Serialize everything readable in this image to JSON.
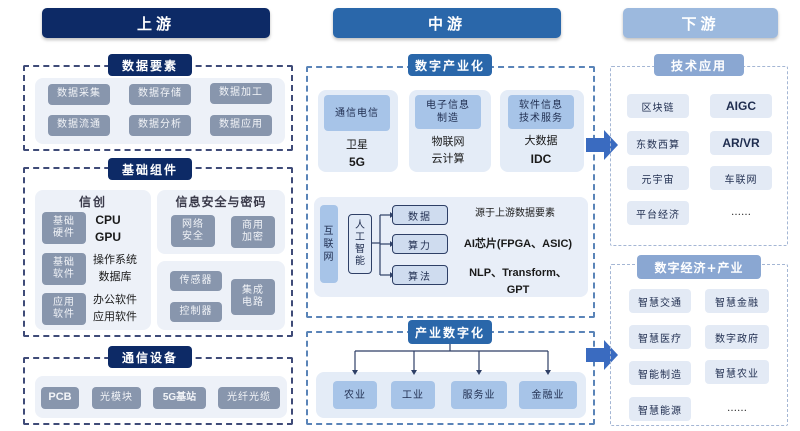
{
  "columns": {
    "upstream": "上游",
    "midstream": "中游",
    "downstream": "下游"
  },
  "upstream": {
    "data_elements": {
      "title": "数据要素",
      "items": [
        "数据采集",
        "数据存储",
        "数据加工",
        "数据流通",
        "数据分析",
        "数据应用"
      ]
    },
    "base_components": {
      "title": "基础组件",
      "xinchuang": {
        "title": "信创",
        "rows": [
          {
            "label": "基础\n硬件",
            "text": [
              "CPU",
              "GPU"
            ]
          },
          {
            "label": "基础\n软件",
            "text": [
              "操作系统",
              "数据库"
            ]
          },
          {
            "label": "应用\n软件",
            "text": [
              "办公软件",
              "应用软件"
            ]
          }
        ]
      },
      "security": {
        "title": "信息安全与密码",
        "items": [
          "网络\n安全",
          "商用\n加密"
        ]
      },
      "hardware": {
        "items": [
          "传感器",
          "控制器",
          "集成\n电路"
        ]
      }
    },
    "comm_equipment": {
      "title": "通信设备",
      "items": [
        "PCB",
        "光模块",
        "5G基站",
        "光纤光缆"
      ]
    }
  },
  "midstream": {
    "digital_industrialization": {
      "title": "数字产业化",
      "cards": [
        {
          "label": "通信电信",
          "text": [
            "卫星",
            "5G"
          ]
        },
        {
          "label": "电子信息\n制造",
          "text": [
            "物联网",
            "云计算"
          ]
        },
        {
          "label": "软件信息\n技术服务",
          "text": [
            "大数据",
            "IDC"
          ]
        }
      ],
      "internet_label": "互\n联\n网",
      "ai_label": "人\n工\n智\n能",
      "ai_branches": [
        {
          "label": "数据",
          "desc": "源于上游数据要素"
        },
        {
          "label": "算力",
          "desc": "AI芯片(FPGA、ASIC)"
        },
        {
          "label": "算法",
          "desc": "NLP、Transform、\nGPT"
        }
      ]
    },
    "industrial_digitalization": {
      "title": "产业数字化",
      "items": [
        "农业",
        "工业",
        "服务业",
        "金融业"
      ]
    }
  },
  "downstream": {
    "tech_applications": {
      "title": "技术应用",
      "items": [
        "区块链",
        "AIGC",
        "东数西算",
        "AR/VR",
        "元宇宙",
        "车联网",
        "平台经济",
        "……"
      ]
    },
    "digital_economy": {
      "title": "数字经济+产业",
      "items": [
        "智慧交通",
        "智慧金融",
        "智慧医疗",
        "数字政府",
        "智能制造",
        "智慧农业",
        "智慧能源",
        "……"
      ]
    }
  },
  "colors": {
    "upstream": "#0d2a66",
    "midstream": "#2a67aa",
    "downstream": "#9cb9de",
    "arrow": "#3a6bc0"
  }
}
